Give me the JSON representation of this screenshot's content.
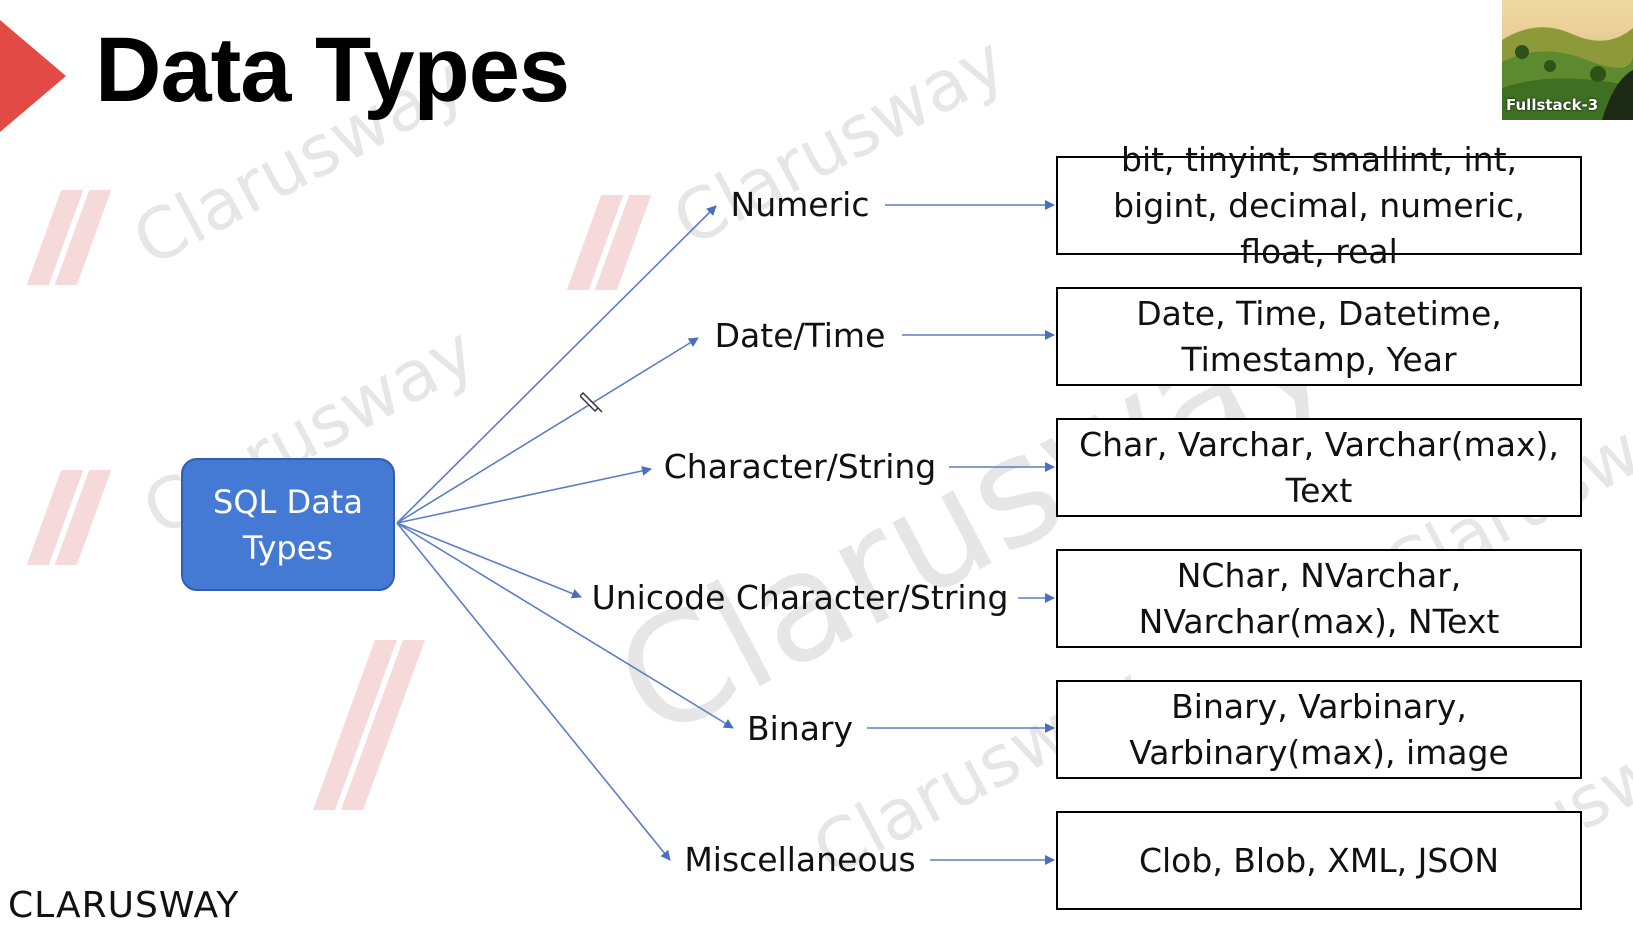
{
  "slide": {
    "title": "Data Types",
    "brand": "CLARUSWAY",
    "watermark_text": "Clarusway"
  },
  "video": {
    "participant_label": "Fullstack-3"
  },
  "diagram": {
    "root": "SQL Data Types",
    "categories": [
      {
        "label": "Numeric",
        "types": "bit, tinyint, smallint, int, bigint, decimal, numeric, float, real"
      },
      {
        "label": "Date/Time",
        "types": "Date, Time, Datetime, Timestamp, Year"
      },
      {
        "label": "Character/String",
        "types": "Char, Varchar, Varchar(max), Text"
      },
      {
        "label": "Unicode Character/String",
        "types": "NChar, NVarchar, NVarchar(max), NText"
      },
      {
        "label": "Binary",
        "types": "Binary, Varbinary, Varbinary(max), image"
      },
      {
        "label": "Miscellaneous",
        "types": "Clob, Blob, XML, JSON"
      }
    ]
  },
  "colors": {
    "accent_triangle": "#e24b45",
    "root_fill": "#4479d4",
    "connector": "#5b7ec4"
  }
}
